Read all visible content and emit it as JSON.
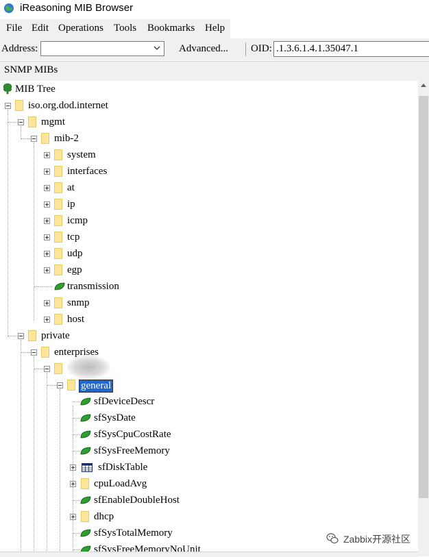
{
  "window": {
    "title": "iReasoning MIB Browser",
    "app_icon": "globe-icon"
  },
  "menu": [
    "File",
    "Edit",
    "Operations",
    "Tools",
    "Bookmarks",
    "Help"
  ],
  "toolbar": {
    "address_label": "Address:",
    "address_value": "",
    "advanced_label": "Advanced...",
    "oid_label": "OID:",
    "oid_value": ".1.3.6.1.4.1.35047.1"
  },
  "panel": {
    "title": "SNMP MIBs"
  },
  "tree": {
    "root": "MIB Tree",
    "iso": "iso.org.dod.internet",
    "mgmt": "mgmt",
    "mib2": "mib-2",
    "mib2_children": [
      "system",
      "interfaces",
      "at",
      "ip",
      "icmp",
      "tcp",
      "udp",
      "egp",
      "transmission",
      "snmp",
      "host"
    ],
    "private": "private",
    "enterprises": "enterprises",
    "general": "general",
    "general_children": [
      "sfDeviceDescr",
      "sfSysDate",
      "sfSysCpuCostRate",
      "sfSysFreeMemory",
      "sfDiskTable",
      "cpuLoadAvg",
      "sfEnableDoubleHost",
      "dhcp",
      "sfSysTotalMemory",
      "sfSysFreeMemoryNoUnit"
    ]
  },
  "watermark": {
    "text": "Zabbix开源社区",
    "icon": "wechat-icon"
  }
}
